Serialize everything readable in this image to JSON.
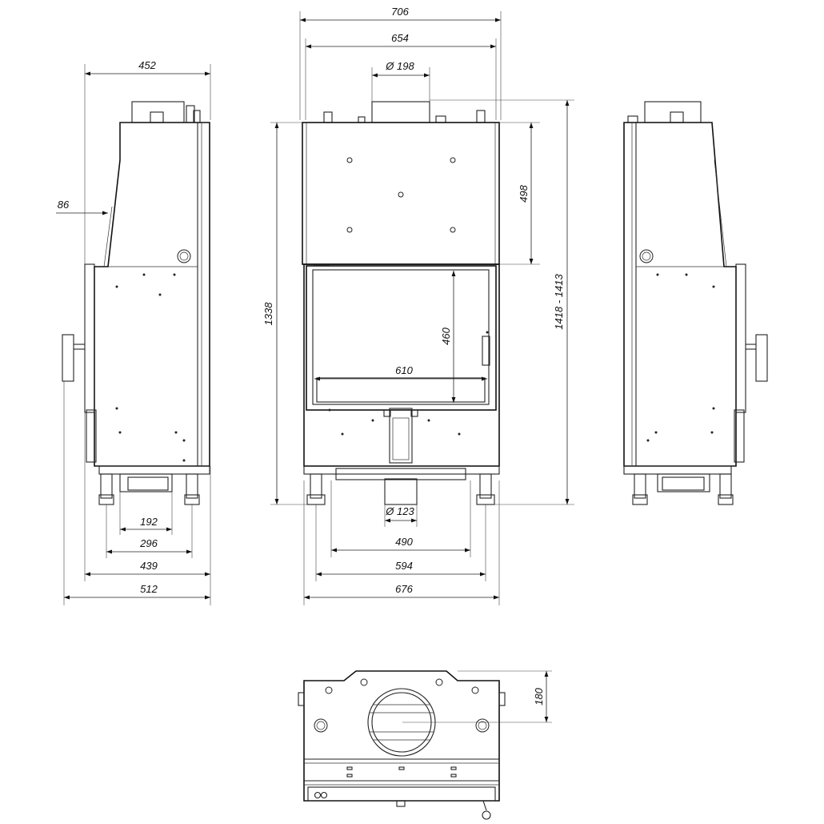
{
  "dimensions": {
    "width_706": "706",
    "width_654": "654",
    "flue_diameter_198": "Ø 198",
    "depth_452": "452",
    "offset_86": "86",
    "height_1338": "1338",
    "height_498": "498",
    "height_range": "1418 - 1413",
    "glass_height_460": "460",
    "glass_width_610": "610",
    "air_diameter_123": "Ø 123",
    "side_192": "192",
    "side_296": "296",
    "side_439": "439",
    "side_512": "512",
    "front_490": "490",
    "front_594": "594",
    "front_676": "676",
    "top_180": "180"
  }
}
